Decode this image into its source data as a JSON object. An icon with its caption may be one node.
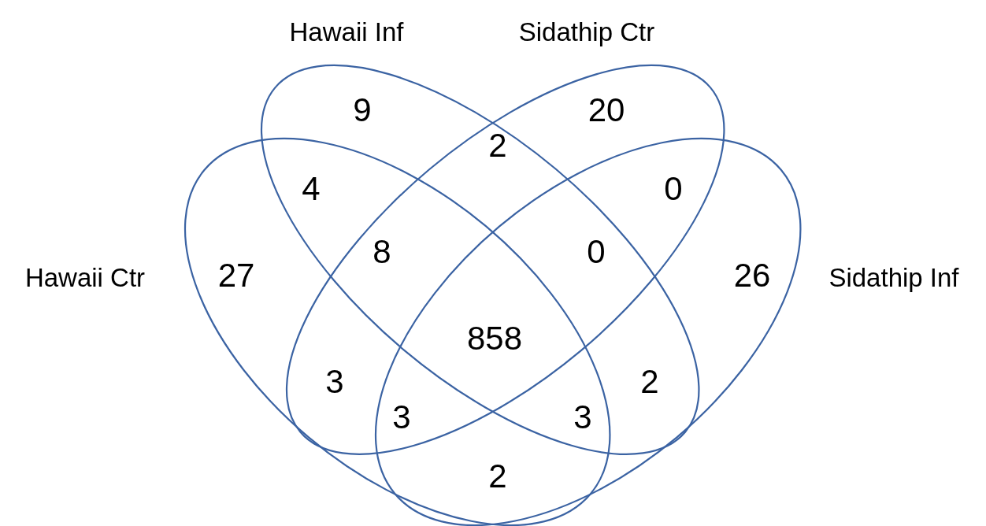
{
  "diagram": {
    "nodes": [
      {
        "text": [
          "Hawaii Inf"
        ]
      },
      {
        "text": [
          "Sidathip Ctr"
        ]
      },
      {
        "text": [
          "Hawaii Ctr"
        ]
      },
      {
        "text": [
          "Sidathip Inf"
        ]
      }
    ],
    "labels": [
      "9",
      "20",
      "2",
      "4",
      "0",
      "8",
      "0",
      "27",
      "26",
      "858",
      "3",
      "2",
      "3",
      "3",
      "2"
    ]
  }
}
